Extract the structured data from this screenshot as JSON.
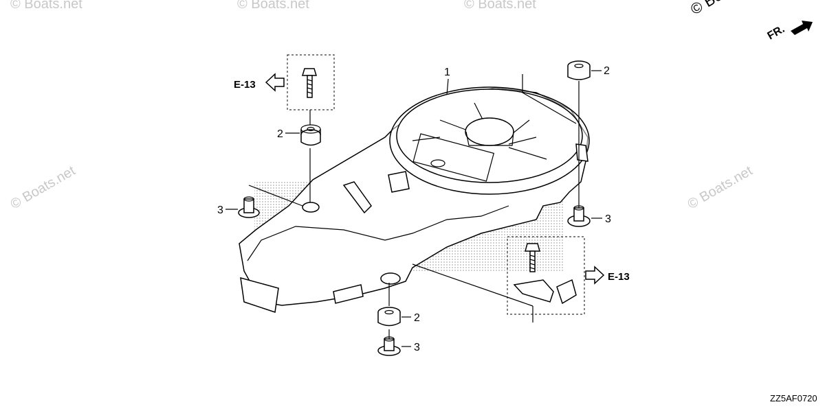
{
  "watermark": {
    "text": "© Boats.net"
  },
  "front_indicator": {
    "text": "FR."
  },
  "references": [
    {
      "text": "E-13"
    },
    {
      "text": "E-13"
    }
  ],
  "callouts": [
    {
      "text": "1"
    },
    {
      "text": "2"
    },
    {
      "text": "2"
    },
    {
      "text": "2"
    },
    {
      "text": "3"
    },
    {
      "text": "3"
    },
    {
      "text": "3"
    }
  ],
  "diagram_code": {
    "text": "ZZ5AF0720"
  },
  "colors": {
    "line": "#000000",
    "background": "#ffffff",
    "watermark": "#c8c8c8",
    "halftone": "#9a9a9a"
  }
}
